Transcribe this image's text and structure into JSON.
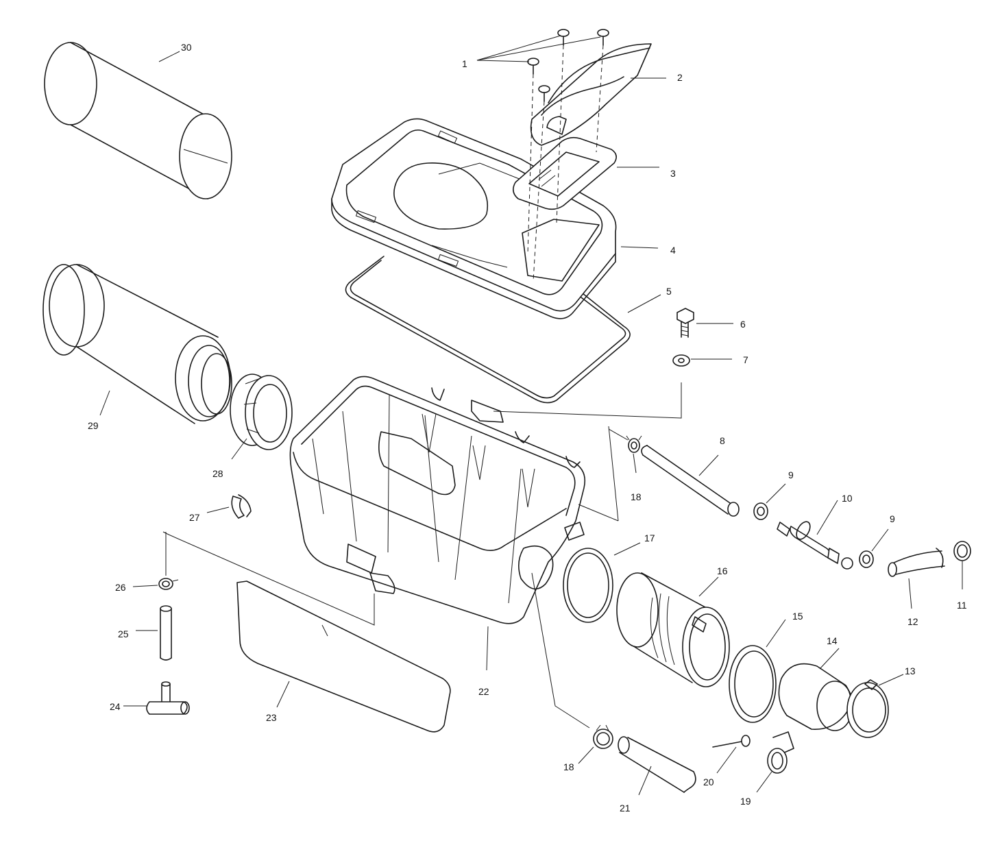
{
  "callouts": {
    "c1": "1",
    "c2": "2",
    "c3": "3",
    "c4": "4",
    "c5": "5",
    "c6": "6",
    "c7": "7",
    "c8": "8",
    "c9a": "9",
    "c9b": "9",
    "c10": "10",
    "c11": "11",
    "c12": "12",
    "c13": "13",
    "c14": "14",
    "c15": "15",
    "c16": "16",
    "c17": "17",
    "c18a": "18",
    "c18b": "18",
    "c19": "19",
    "c20": "20",
    "c21": "21",
    "c22": "22",
    "c23": "23",
    "c24": "24",
    "c25": "25",
    "c26": "26",
    "c27": "27",
    "c28": "28",
    "c29": "29",
    "c30": "30"
  },
  "colors": {
    "line": "#1a1a1a",
    "background": "#ffffff"
  }
}
